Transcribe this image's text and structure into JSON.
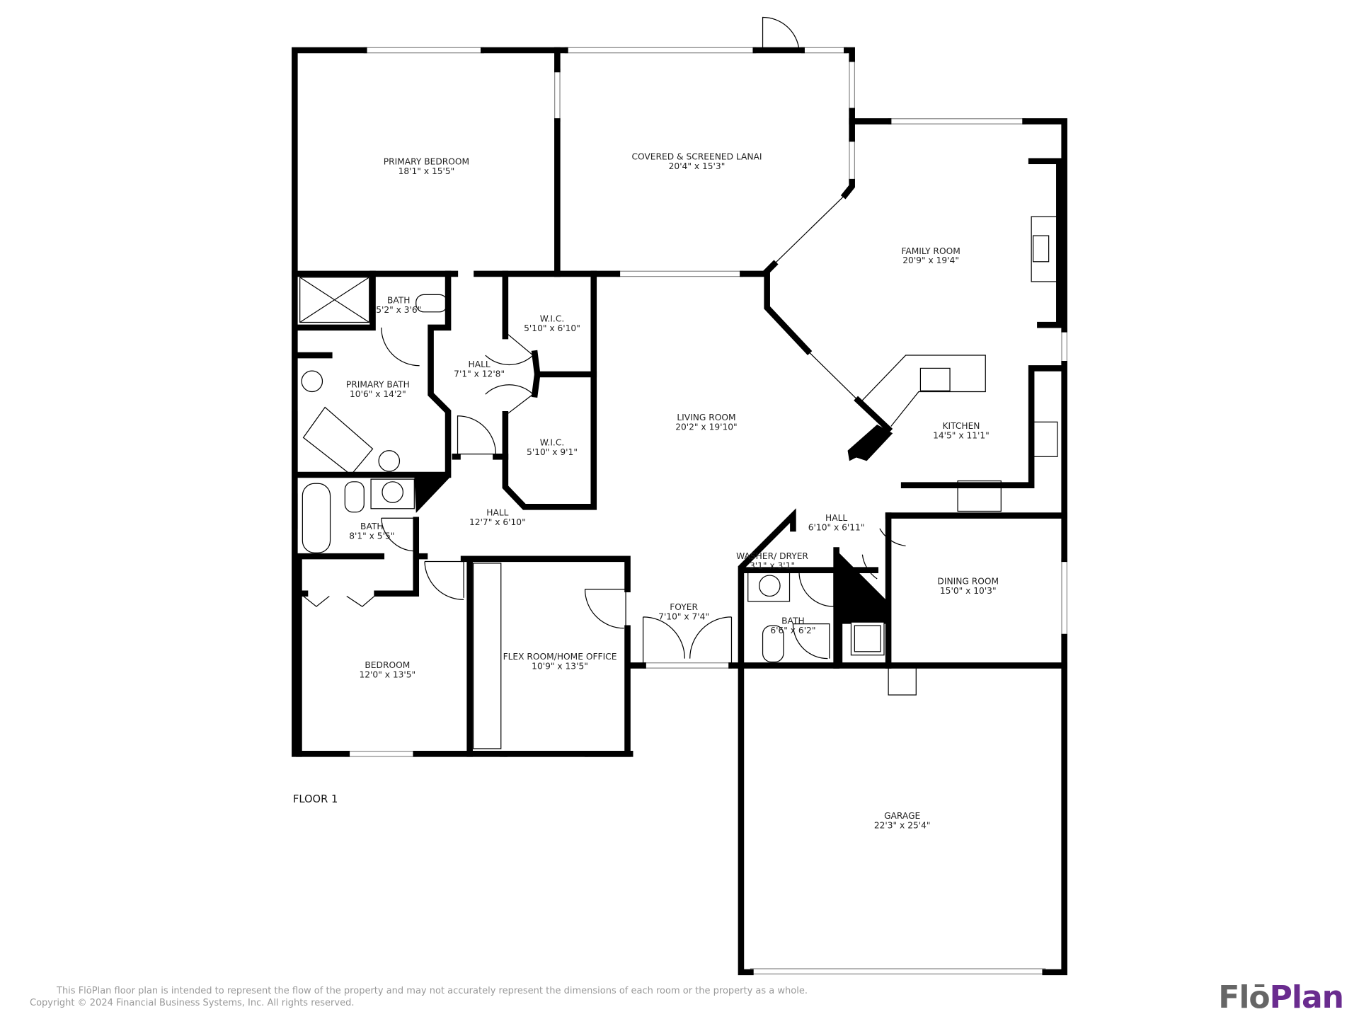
{
  "floor_label": "FLOOR 1",
  "rooms": [
    {
      "name": "PRIMARY BEDROOM",
      "dims": "18'1\" x 15'5\""
    },
    {
      "name": "COVERED & SCREENED LANAI",
      "dims": "20'4\" x 15'3\""
    },
    {
      "name": "FAMILY ROOM",
      "dims": "20'9\" x 19'4\""
    },
    {
      "name": "BATH",
      "dims": "5'2\" x 3'6\""
    },
    {
      "name": "HALL",
      "dims": "7'1\" x 12'8\""
    },
    {
      "name": "W.I.C.",
      "dims": "5'10\" x 6'10\""
    },
    {
      "name": "PRIMARY BATH",
      "dims": "10'6\" x 14'2\""
    },
    {
      "name": "LIVING ROOM",
      "dims": "20'2\" x 19'10\""
    },
    {
      "name": "KITCHEN",
      "dims": "14'5\" x 11'1\""
    },
    {
      "name": "W.I.C.",
      "dims": "5'10\" x 9'1\""
    },
    {
      "name": "HALL",
      "dims": "12'7\" x 6'10\""
    },
    {
      "name": "BATH",
      "dims": "8'1\" x 5'5\""
    },
    {
      "name": "HALL",
      "dims": "6'10\" x 6'11\""
    },
    {
      "name": "WASHER/ DRYER",
      "dims": "3'1\" x 3'1\""
    },
    {
      "name": "DINING ROOM",
      "dims": "15'0\" x 10'3\""
    },
    {
      "name": "FOYER",
      "dims": "7'10\" x 7'4\""
    },
    {
      "name": "BATH",
      "dims": "6'6\" x 6'2\""
    },
    {
      "name": "BEDROOM",
      "dims": "12'0\" x 13'5\""
    },
    {
      "name": "FLEX ROOM/HOME OFFICE",
      "dims": "10'9\" x 13'5\""
    },
    {
      "name": "GARAGE",
      "dims": "22'3\" x 25'4\""
    }
  ],
  "footer": {
    "disclaimer": "This FlōPlan floor plan is intended to represent the flow of the property and may not accurately represent the dimensions of each room or the property as a whole.",
    "copyright": "Copyright © 2024 Financial Business Systems, Inc. All rights reserved."
  },
  "logo": {
    "part1": "Flō",
    "part2": "Plan",
    "colors": {
      "part1": "#666666",
      "part2": "#6a2c8f"
    }
  }
}
